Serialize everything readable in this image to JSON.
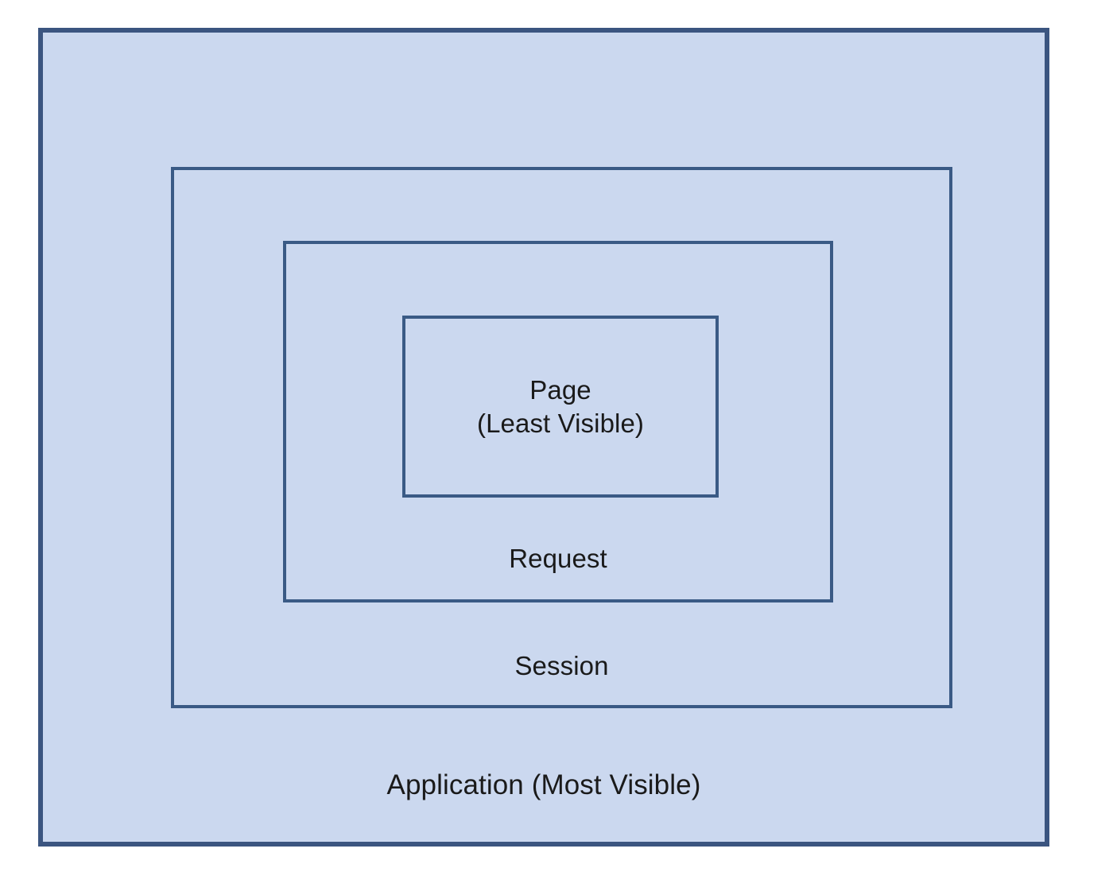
{
  "diagram": {
    "type": "nested-scope-hierarchy",
    "background_color": "#ffffff",
    "box_fill_color": "#cbd8ef",
    "box_border_color": "#3a5a85",
    "outer_border_color": "#3b5580",
    "text_color": "#1a1a1a",
    "levels": [
      {
        "id": "application",
        "label": "Application (Most Visible)",
        "name": "Application",
        "visibility": "Most Visible",
        "depth": 0
      },
      {
        "id": "session",
        "label": "Session",
        "name": "Session",
        "visibility": "",
        "depth": 1
      },
      {
        "id": "request",
        "label": "Request",
        "name": "Request",
        "visibility": "",
        "depth": 2
      },
      {
        "id": "page",
        "label": "Page\n(Least Visible)",
        "name": "Page",
        "visibility": "Least Visible",
        "depth": 3
      }
    ]
  }
}
